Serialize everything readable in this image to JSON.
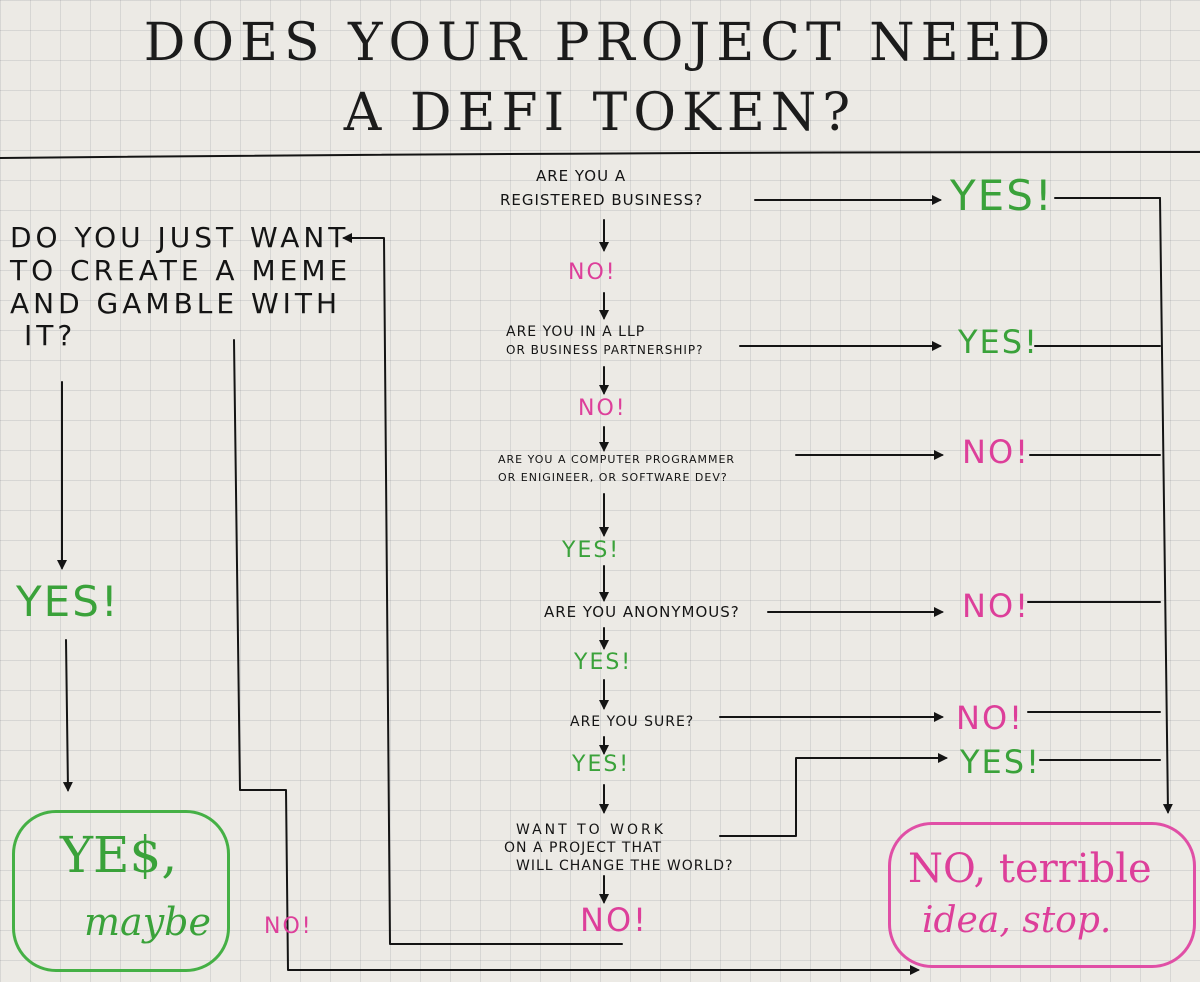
{
  "title": {
    "line1": "Does Your Project Need",
    "line2": "A DeFi Token?"
  },
  "left": {
    "question": [
      "Do you just want",
      "to create a meme",
      "and gamble with",
      "it?"
    ],
    "yes": "YES!",
    "no": "NO!",
    "outcome": {
      "line1": "YE$,",
      "line2": "maybe"
    }
  },
  "flow": {
    "q1": {
      "lines": [
        "Are you a",
        "Registered Business?"
      ],
      "yes": "YES!",
      "no": "NO!"
    },
    "q2": {
      "lines": [
        "Are you in a LLP",
        "or business partnership?"
      ],
      "yes": "YES!",
      "no": "NO!"
    },
    "q3": {
      "lines": [
        "Are you a computer programmer",
        "or enigineer, or software dev?"
      ],
      "no": "NO!",
      "yes": "YES!"
    },
    "q4": {
      "lines": [
        "Are you Anonymous?"
      ],
      "no": "NO!",
      "yes": "YES!"
    },
    "q5": {
      "lines": [
        "Are you sure?"
      ],
      "no": "NO!",
      "yes": "YES!"
    },
    "q6": {
      "lines": [
        "Want to work",
        "on a project that",
        "will change the world?"
      ],
      "yes": "YES!",
      "no": "NO!"
    }
  },
  "right": {
    "outcome": {
      "line1": "NO, terrible",
      "line2": "idea, stop."
    }
  },
  "colors": {
    "ink": "#141414",
    "yes_green": "#3aa23a",
    "no_pink": "#dd3f9a",
    "paper": "#eceae5"
  }
}
